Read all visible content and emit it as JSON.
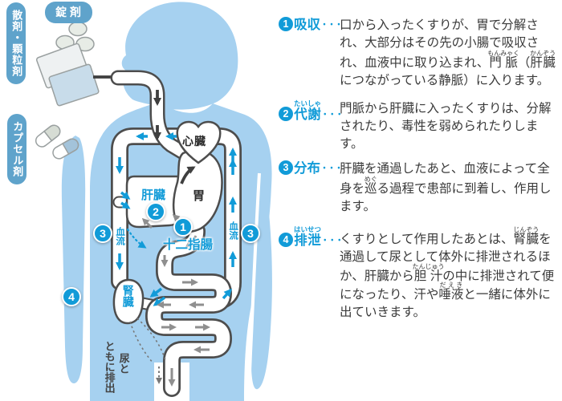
{
  "colors": {
    "accent_blue": "#119bd8",
    "body_blue": "#a6d1f0",
    "label_pill_blue": "#5fa3cb",
    "tube_outline": "#4d4d4d",
    "text_dark": "#3a3a3a",
    "arrow_gray": "#8f8f8f"
  },
  "dosage_forms": {
    "powder": "散剤・顆粒剤",
    "tablet": "錠剤",
    "capsule": "カプセル剤"
  },
  "diagram": {
    "organs": {
      "heart": "心臓",
      "liver": "肝臓",
      "stomach": "胃",
      "duodenum": "十二指腸",
      "kidney": "腎臓"
    },
    "blood_flow_left": "血流",
    "blood_flow_right": "血流",
    "urine_note_col1": "尿と",
    "urine_note_col2": "ともに排出",
    "markers": {
      "absorption": "1",
      "metabolism": "2",
      "distribution_left": "3",
      "distribution_right": "3",
      "excretion": "4"
    }
  },
  "entries": [
    {
      "num": "1",
      "title": [
        {
          "t": "吸収"
        }
      ],
      "dots": "・・・",
      "body": [
        {
          "t": "口から入ったくすりが、胃で分解され、大部分はその先の小腸で吸収され、血液中に取り込まれ、"
        },
        {
          "t": "門脈",
          "r": "もんみゃく"
        },
        {
          "t": "（"
        },
        {
          "t": "肝臓",
          "r": "かんぞう"
        },
        {
          "t": "につながっている静脈）に入ります。"
        }
      ]
    },
    {
      "num": "2",
      "title": [
        {
          "t": "代謝",
          "r": "たいしゃ"
        }
      ],
      "dots": "・・・",
      "body": [
        {
          "t": "門脈から肝臓に入ったくすりは、分解されたり、毒性を弱められたりします。"
        }
      ]
    },
    {
      "num": "3",
      "title": [
        {
          "t": "分布"
        }
      ],
      "dots": "・・・",
      "body": [
        {
          "t": "肝臓を通過したあと、血液によって全身を"
        },
        {
          "t": "巡",
          "r": "めぐ"
        },
        {
          "t": "る過程で患部に到着し、作用します。"
        }
      ]
    },
    {
      "num": "4",
      "title": [
        {
          "t": "排泄",
          "r": "はいせつ"
        }
      ],
      "dots": "・・・",
      "body": [
        {
          "t": "くすりとして作用したあとは、"
        },
        {
          "t": "腎臓",
          "r": "じんぞう"
        },
        {
          "t": "を通過して尿として体外に排泄されるほか、肝臓から"
        },
        {
          "t": "胆汁",
          "r": "たんじゅう"
        },
        {
          "t": "の中に排泄されて便になったり、汗や"
        },
        {
          "t": "唾液",
          "r": "だえき"
        },
        {
          "t": "と一緒に体外に出ていきます。"
        }
      ]
    }
  ]
}
